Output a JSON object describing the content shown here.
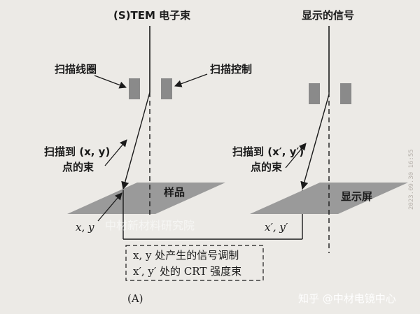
{
  "left": {
    "beam_label": "(S)TEM 电子束",
    "scan_coil_label": "扫描线圈",
    "scan_control_label": "扫描控制",
    "scan_point_line1": "扫描到 (x, y)",
    "scan_point_line2": "点的束",
    "sample_label": "样品",
    "point_label": "x, y"
  },
  "right": {
    "signal_label": "显示的信号",
    "scan_point_line1": "扫描到 (x′, y′)",
    "scan_point_line2": "点的束",
    "screen_label": "显示屏",
    "point_label": "x′, y′"
  },
  "caption": {
    "line1": "x, y 处产生的信号调制",
    "line2": "x′, y′ 处的 CRT 强度束"
  },
  "panel_label": "(A)",
  "watermark_left": "中材新材料研究院",
  "watermark_right": "知乎 @中材电镜中心",
  "side_stamp": "2023.09.30 16:55",
  "colors": {
    "plane": "#9a9a9a",
    "coil": "#8a8a8a",
    "line": "#1a1a1a",
    "background": "#eceae6"
  }
}
